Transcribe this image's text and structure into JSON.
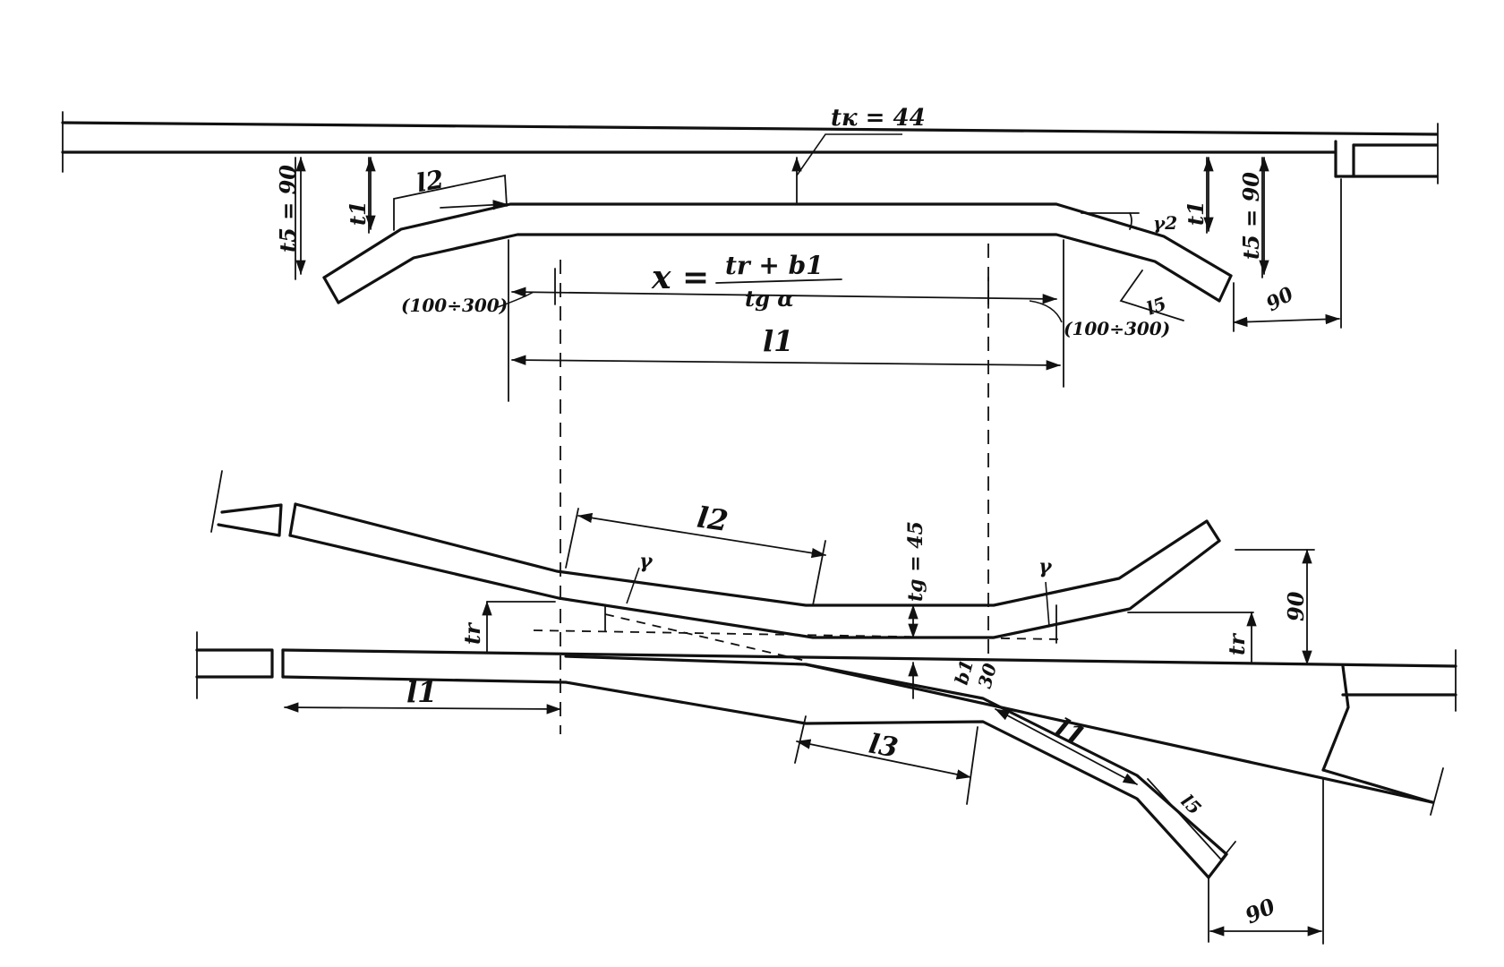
{
  "labels": {
    "t_k": "tк = 44",
    "t5_left": "t5 = 90",
    "t5_right": "t5 = 90",
    "t1_left": "t1",
    "t1_right": "t1",
    "l2_top": "l2",
    "gamma2": "γ2",
    "range_left": "(100÷300)",
    "range_right": "(100÷300)",
    "l5_top": "l5",
    "dim_90_top": "90",
    "formula_lhs": "x =",
    "formula_num": "tr + b1",
    "formula_den": "tg α",
    "l1_top": "l1",
    "l2_bottom": "l2",
    "gamma_left": "γ",
    "tg_label": "tg = 45",
    "gamma_right": "γ",
    "dim_90_right": "90",
    "tr_left": "tr",
    "tr_right": "tr",
    "l1_bottom": "l1",
    "b1": "b1",
    "dim_30": "30",
    "l3": "l3",
    "l4": "l1",
    "l5_bottom": "l5",
    "dim_90_bottom": "90"
  }
}
